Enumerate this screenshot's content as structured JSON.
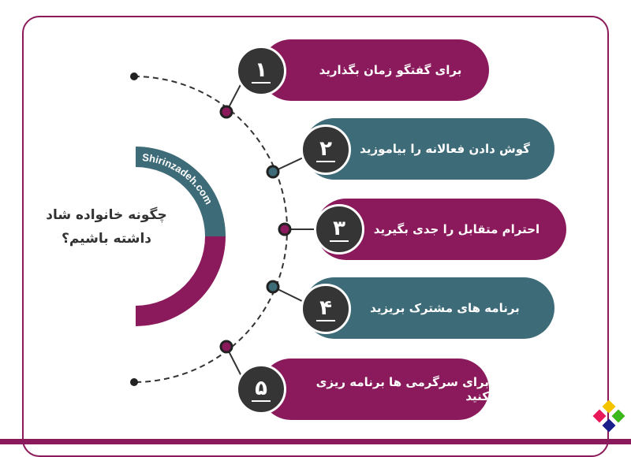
{
  "title_lines": [
    "چگونه خانواده شاد",
    "داشته باشیم؟"
  ],
  "watermark": "Shirinzadeh.com",
  "colors": {
    "purple": "#8b1a5c",
    "teal": "#3e6b78",
    "number_bg": "#353535"
  },
  "steps": [
    {
      "number": "۱",
      "label": "برای گفتگو زمان بگذارید",
      "color": "purple"
    },
    {
      "number": "۲",
      "label": "گوش دادن فعالانه را بیاموزید",
      "color": "teal"
    },
    {
      "number": "۳",
      "label": "احترام متقابل را جدی بگیرید",
      "color": "purple"
    },
    {
      "number": "۴",
      "label": "برنامه های مشترک بریزید",
      "color": "teal"
    },
    {
      "number": "۵",
      "label": "برای سرگرمی ها برنامه ریزی کنید",
      "color": "purple"
    }
  ]
}
